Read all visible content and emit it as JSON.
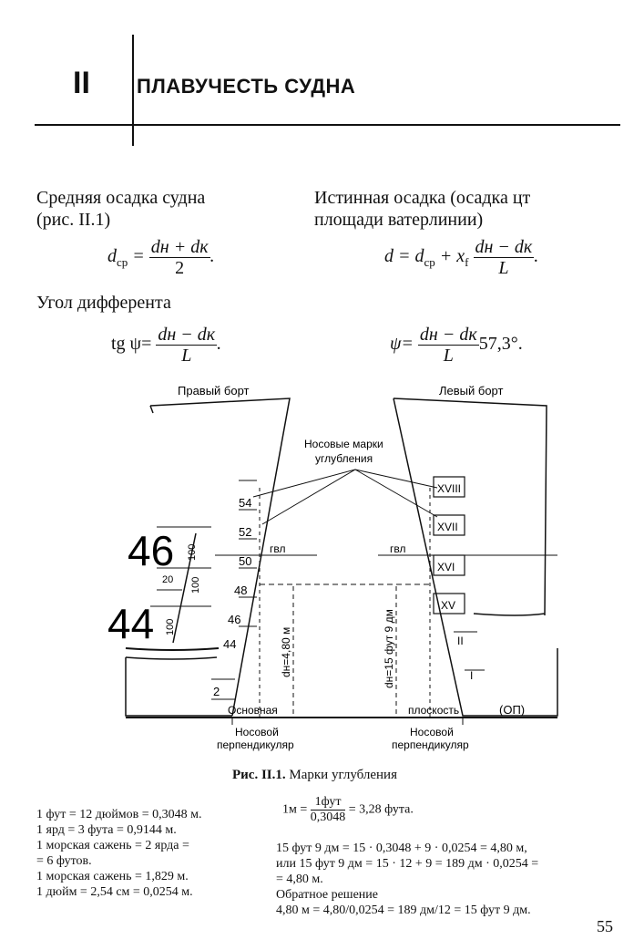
{
  "chapter": {
    "number": "II",
    "title": "ПЛАВУЧЕСТЬ СУДНА"
  },
  "left_col": {
    "mean_draft_label": "Средняя осадка судна",
    "mean_draft_ref": "(рис. II.1)",
    "trim_angle_label": "Угол дифферента"
  },
  "right_col": {
    "true_draft_label": "Истинная осадка (осадка цт",
    "true_draft_label2": "площади ватерлинии)"
  },
  "formulas": {
    "dcp_lhs": "d",
    "dcp_sub": "ср",
    "dcp_num": "dн + dк",
    "dcp_den": "2",
    "true_lhs": "d = d",
    "true_mid": " + x",
    "true_mid_sub": "f",
    "true_num": "dн − dк",
    "true_den": "L",
    "tg_lhs": "tg ψ=",
    "tg_num": "dн − dк",
    "tg_den": "L",
    "psi_lhs": "ψ=",
    "psi_num": "dн − dк",
    "psi_den": "L",
    "psi_tail": "57,3°."
  },
  "figure": {
    "starboard": "Правый борт",
    "port": "Левый борт",
    "bow_marks_1": "Носовые марки",
    "bow_marks_2": "углубления",
    "waterline": "гвл",
    "base_left": "Основная",
    "base_right": "плоскость",
    "op": "(ОП)",
    "perp_1": "Носовой",
    "perp_2": "перпендикуляр",
    "draft_left": "dн=4,80 м",
    "draft_right": "dн=15 фут 9 дм",
    "big_46": "46",
    "big_44": "44",
    "dim_100": "100",
    "dim_20": "20",
    "metric_marks": [
      "54",
      "52",
      "50",
      "48",
      "46",
      "44",
      "2"
    ],
    "imperial_marks": [
      "XVIII",
      "XVII",
      "XVI",
      "XV",
      "II",
      "I"
    ],
    "caption_bold": "Рис. II.1.",
    "caption": " Марки углубления"
  },
  "units_left": [
    "1 фут = 12 дюймов = 0,3048 м.",
    "1 ярд = 3 фута = 0,9144 м.",
    "1 морская сажень = 2 ярда =",
    "= 6 футов.",
    "1 морская сажень = 1,829 м.",
    "1 дюйм = 2,54 см = 0,0254 м."
  ],
  "units_right": {
    "m_lhs": "1м =",
    "m_num": "1фут",
    "m_den": "0,3048",
    "m_rhs": "= 3,28 фута.",
    "lines": [
      "15 фут 9 дм = 15 · 0,3048 + 9 · 0,0254 = 4,80 м,",
      "или 15 фут 9 дм = 15 · 12 + 9 = 189 дм · 0,0254 =",
      "= 4,80 м.",
      "Обратное решение",
      "4,80 м = 4,80/0,0254 = 189 дм/12 = 15 фут 9 дм."
    ]
  },
  "page_number": "55"
}
